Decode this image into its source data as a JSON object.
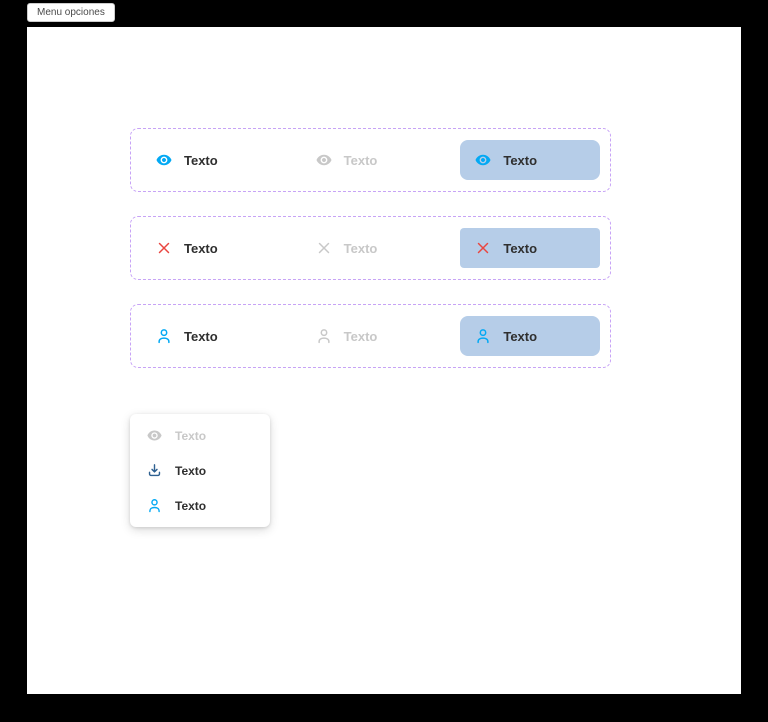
{
  "tab": {
    "label": "Menu opciones"
  },
  "colors": {
    "dashed_border": "#c7a3f6",
    "hover_bg": "#b6cde8",
    "enabled_text": "#2f2f2f",
    "disabled_text": "#c8c8c8",
    "blue_icon": "#03a9f4",
    "red_icon": "#e94640",
    "download_icon": "#2f6191"
  },
  "rows": [
    {
      "icon": "eye-icon",
      "items": [
        {
          "label": "Texto",
          "state": "enabled"
        },
        {
          "label": "Texto",
          "state": "disabled"
        },
        {
          "label": "Texto",
          "state": "hover"
        }
      ]
    },
    {
      "icon": "close-icon",
      "items": [
        {
          "label": "Texto",
          "state": "enabled"
        },
        {
          "label": "Texto",
          "state": "disabled"
        },
        {
          "label": "Texto",
          "state": "hover"
        }
      ]
    },
    {
      "icon": "person-icon",
      "items": [
        {
          "label": "Texto",
          "state": "enabled"
        },
        {
          "label": "Texto",
          "state": "disabled"
        },
        {
          "label": "Texto",
          "state": "hover"
        }
      ]
    }
  ],
  "menu_card": {
    "items": [
      {
        "icon": "eye-icon",
        "label": "Texto",
        "state": "disabled"
      },
      {
        "icon": "download-icon",
        "label": "Texto",
        "state": "enabled"
      },
      {
        "icon": "person-icon",
        "label": "Texto",
        "state": "enabled"
      }
    ]
  }
}
